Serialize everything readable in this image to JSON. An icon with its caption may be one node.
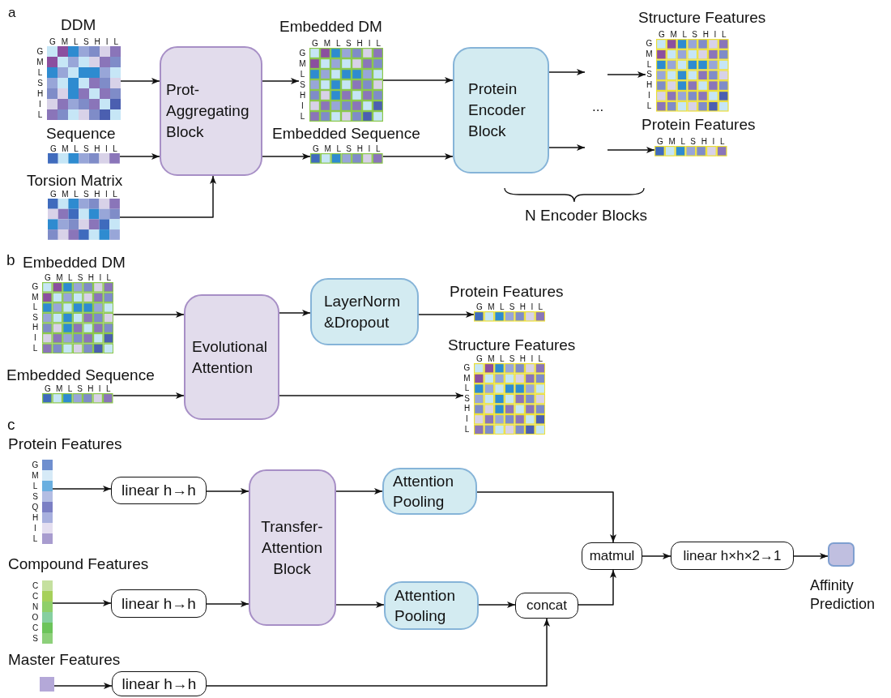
{
  "diagram": {
    "nodes": [
      {
        "text": [
          "DDM",
          "G M L S H I L",
          "G M L S H I L"
        ]
      },
      {
        "text": [
          "Sequence",
          "G M L S H I L"
        ]
      },
      {
        "text": [
          "Torsion Matrix",
          "G M L S H I L"
        ]
      },
      {
        "text": [
          "Prot-Aggregating Block"
        ]
      },
      {
        "text": [
          "Embedded DM",
          "G M L S H I L",
          "G M L S H I L"
        ]
      },
      {
        "text": [
          "Embedded Sequence",
          "G M L S H I L"
        ]
      },
      {
        "text": [
          "Protein Encoder Block"
        ]
      },
      {
        "text": [
          "Structure Features",
          "G M L S H I L",
          "G M L S H I L"
        ]
      },
      {
        "text": [
          "Protein Features",
          "G M L S H I L"
        ]
      },
      {
        "text": [
          "Embedded DM",
          "G M L S H I L",
          "G M L S H I L"
        ]
      },
      {
        "text": [
          "Embedded Sequence",
          "G M L S H I L"
        ]
      },
      {
        "text": [
          "Evolutional Attention"
        ]
      },
      {
        "text": [
          "LayerNorm &Dropout"
        ]
      },
      {
        "text": [
          "Protein Features",
          "G M L S H I L"
        ]
      },
      {
        "text": [
          "Structure Features",
          "G M L S H I L",
          "G M L S H I L"
        ]
      },
      {
        "text": [
          "Protein Features",
          "G M L S Q H I L"
        ]
      },
      {
        "text": [
          "Compound Features",
          "C C N O C S"
        ]
      },
      {
        "text": [
          "Master Features"
        ]
      },
      {
        "text": [
          "linear h→h"
        ]
      },
      {
        "text": [
          "linear h→h"
        ]
      },
      {
        "text": [
          "linear h→h"
        ]
      },
      {
        "text": [
          "Transfer-Attention Block"
        ]
      },
      {
        "text": [
          "Attention Pooling"
        ]
      },
      {
        "text": [
          "Attention Pooling"
        ]
      },
      {
        "text": [
          "concat"
        ]
      },
      {
        "text": [
          "matmul"
        ]
      },
      {
        "text": [
          "linear h×h×2→1"
        ]
      },
      {
        "text": [
          "Affinity Prediction"
        ]
      }
    ],
    "edges": [
      {
        "from": 0,
        "to": 3,
        "arrow": "to"
      },
      {
        "from": 1,
        "to": 3,
        "arrow": "to"
      },
      {
        "from": 2,
        "to": 3,
        "arrow": "to"
      },
      {
        "from": 3,
        "to": 4,
        "arrow": "to"
      },
      {
        "from": 3,
        "to": 5,
        "arrow": "to"
      },
      {
        "from": 4,
        "to": 6,
        "arrow": "to"
      },
      {
        "from": 5,
        "to": 6,
        "arrow": "to"
      },
      {
        "from": 6,
        "to": null,
        "arrow": "to"
      },
      {
        "from": null,
        "to": 7,
        "arrow": "to"
      },
      {
        "from": 6,
        "to": null,
        "arrow": "to"
      },
      {
        "from": null,
        "to": 8,
        "arrow": "to"
      },
      {
        "from": 9,
        "to": 11,
        "arrow": "to"
      },
      {
        "from": 10,
        "to": 11,
        "arrow": "to"
      },
      {
        "from": 11,
        "to": 12,
        "arrow": "to"
      },
      {
        "from": 12,
        "to": 13,
        "arrow": "to"
      },
      {
        "from": 11,
        "to": 14,
        "arrow": "to"
      },
      {
        "from": 15,
        "to": 18,
        "arrow": "to"
      },
      {
        "from": 16,
        "to": 19,
        "arrow": "to"
      },
      {
        "from": 17,
        "to": 20,
        "arrow": "to"
      },
      {
        "from": 18,
        "to": 21,
        "arrow": "to"
      },
      {
        "from": 19,
        "to": 21,
        "arrow": "to"
      },
      {
        "from": 21,
        "to": 22,
        "arrow": "to"
      },
      {
        "from": 21,
        "to": 23,
        "arrow": "to"
      },
      {
        "from": 22,
        "to": 25,
        "arrow": "to"
      },
      {
        "from": 23,
        "to": 24,
        "arrow": "to"
      },
      {
        "from": 20,
        "to": 24,
        "arrow": "to"
      },
      {
        "from": 24,
        "to": 25,
        "arrow": "to"
      },
      {
        "from": 25,
        "to": 26,
        "arrow": "to"
      },
      {
        "from": 26,
        "to": 27,
        "arrow": "to"
      }
    ],
    "labels": [
      "a",
      "...",
      "N Encoder Blocks",
      "b",
      "c"
    ]
  }
}
